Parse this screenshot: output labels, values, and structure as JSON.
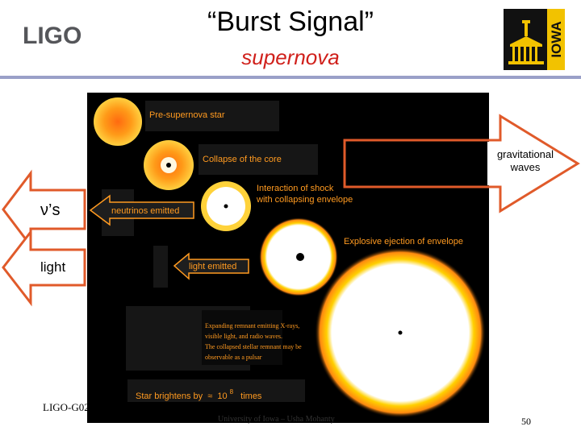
{
  "header": {
    "logo_text": "LIGO",
    "title": "“Burst Signal”",
    "subtitle": "supernova",
    "iowa_text": "IOWA"
  },
  "diagram": {
    "stages": [
      "Pre-supernova star",
      "Collapse of the core",
      "Interaction of shock",
      "with collapsing envelope",
      "Explosive ejection of envelope"
    ],
    "emissions": {
      "neutrinos": "neutrinos emitted",
      "light": "light emitted"
    },
    "remnant_text": [
      "Expanding remnant emitting X-rays,",
      "visible light, and radio waves.",
      "The collapsed stellar remnant may be",
      "observable as a pulsar"
    ],
    "brightness": {
      "prefix": "Star brightens by",
      "approx": "≈",
      "base": "10",
      "exponent": "8",
      "suffix": "times"
    }
  },
  "arrows": {
    "gravitational_waves": "gravitational waves",
    "neutrinos": "ν’s",
    "light": "light"
  },
  "colors": {
    "title_accent": "#d0201b",
    "arrow_stroke": "#e05a2a",
    "label_orange": "#ff9a20",
    "divider": "#9aa0c8"
  },
  "footer": {
    "doc_id": "LIGO-G02",
    "mid": "University of Iowa – Usha Mohanty",
    "page": "50"
  }
}
